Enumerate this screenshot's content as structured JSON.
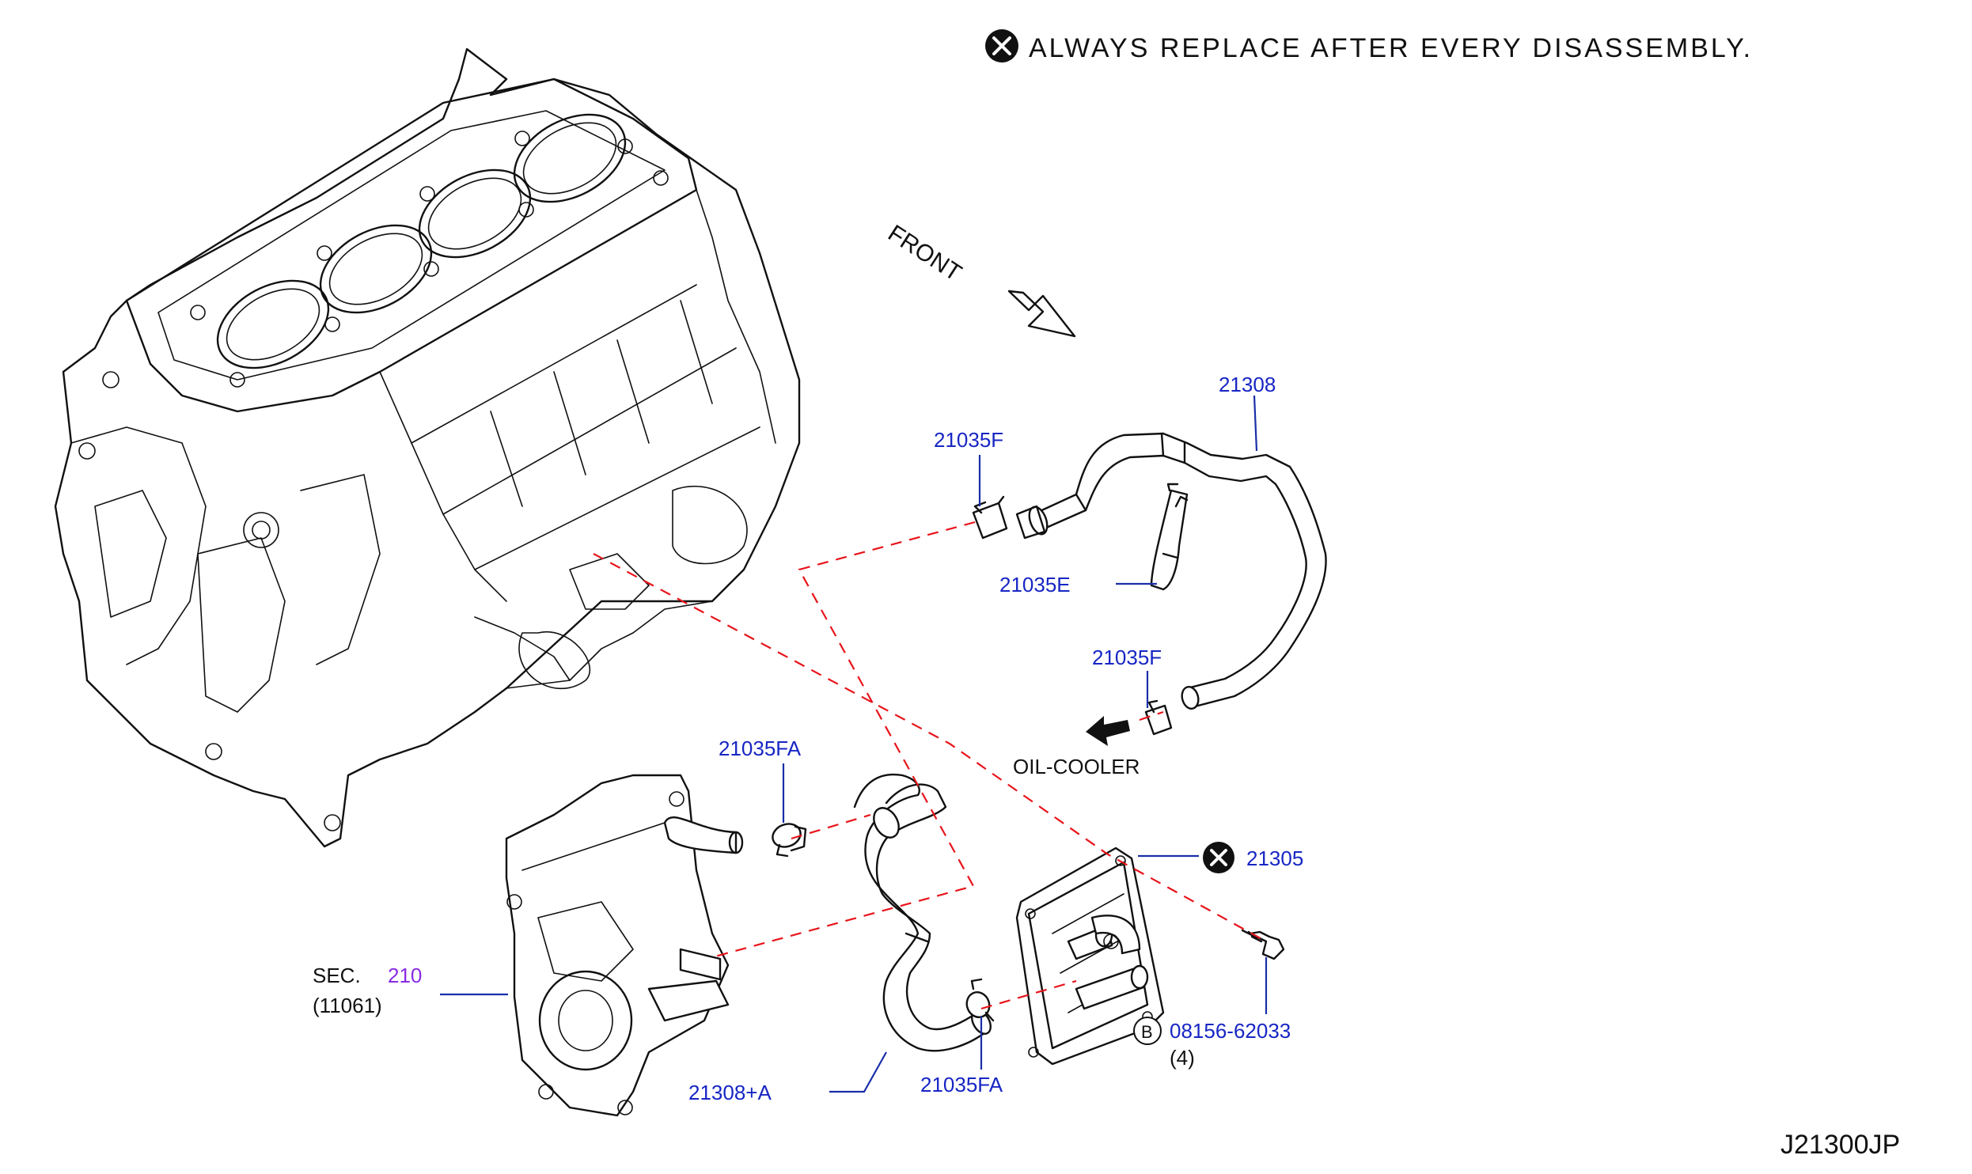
{
  "note": {
    "symbol": "x-circle-icon",
    "text": "ALWAYS  REPLACE  AFTER  EVERY  DISASSEMBLY."
  },
  "front": "FRONT",
  "oil_cooler": "OIL-COOLER",
  "sec_label": "SEC.",
  "sec_number": "210",
  "sec_sub": "(11061)",
  "callouts": {
    "p21308": "21308",
    "p21035F_top": "21035F",
    "p21035E": "21035E",
    "p21035F_mid": "21035F",
    "p21035FA_top": "21035FA",
    "p21305": "21305",
    "p21308A": "21308+A",
    "p21035FA_bot": "21035FA",
    "bolt_prefix": "B",
    "bolt": "08156-62033",
    "bolt_qty": "(4)"
  },
  "diagram_code": "J21300JP",
  "colors": {
    "callout": "#1726c4",
    "dashed_leader": "#e8141b",
    "section": "#8a2be2"
  }
}
